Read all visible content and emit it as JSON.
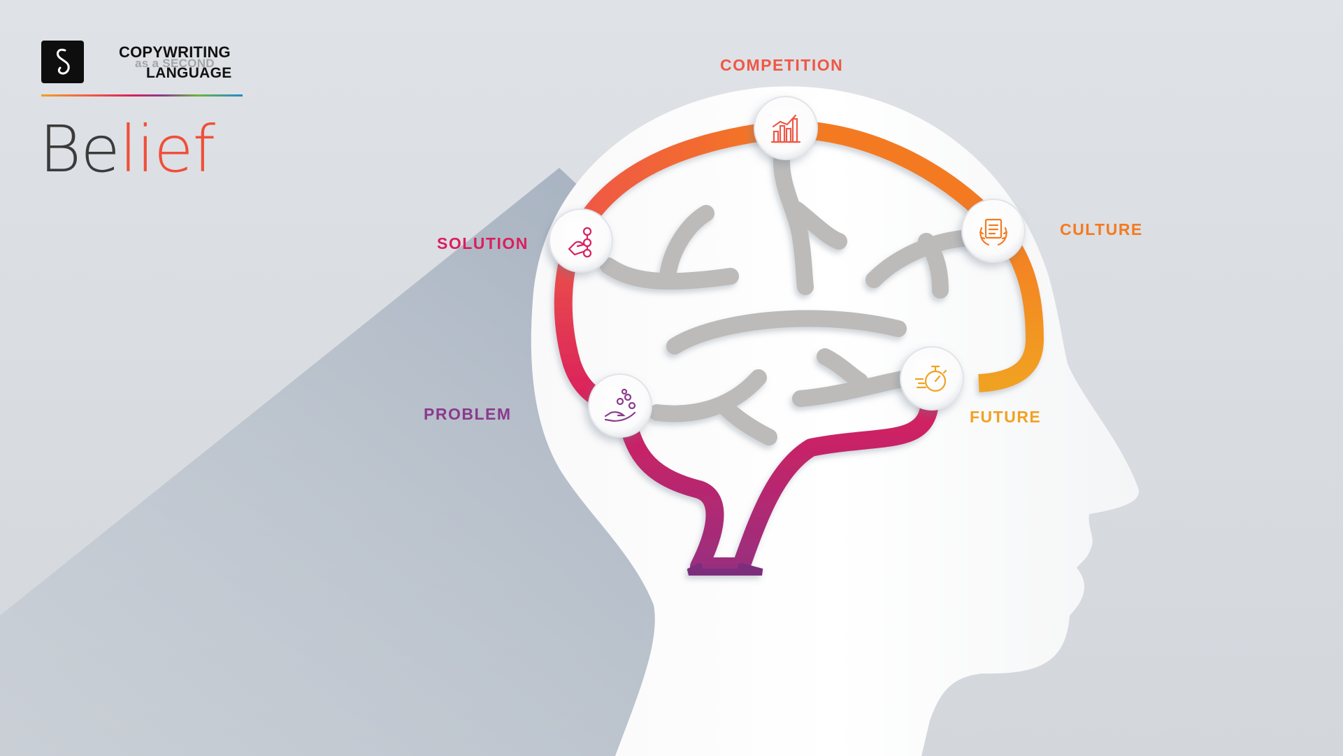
{
  "brand": {
    "line1": "COPYWRITING",
    "line2": "as a SECOND",
    "line3": "LANGUAGE"
  },
  "title": {
    "part1": "Be",
    "part2": "lief"
  },
  "nodes": [
    {
      "id": "competition",
      "label": "COMPETITION",
      "icon": "bar-chart-icon",
      "color": "#ef5746"
    },
    {
      "id": "culture",
      "label": "CULTURE",
      "icon": "laurel-certificate-icon",
      "color": "#f47a20"
    },
    {
      "id": "solution",
      "label": "SOLUTION",
      "icon": "hand-network-icon",
      "color": "#d91f5e"
    },
    {
      "id": "problem",
      "label": "PROBLEM",
      "icon": "hand-coins-icon",
      "color": "#8a3a8c"
    },
    {
      "id": "future",
      "label": "FUTURE",
      "icon": "stopwatch-icon",
      "color": "#f1a121"
    }
  ]
}
